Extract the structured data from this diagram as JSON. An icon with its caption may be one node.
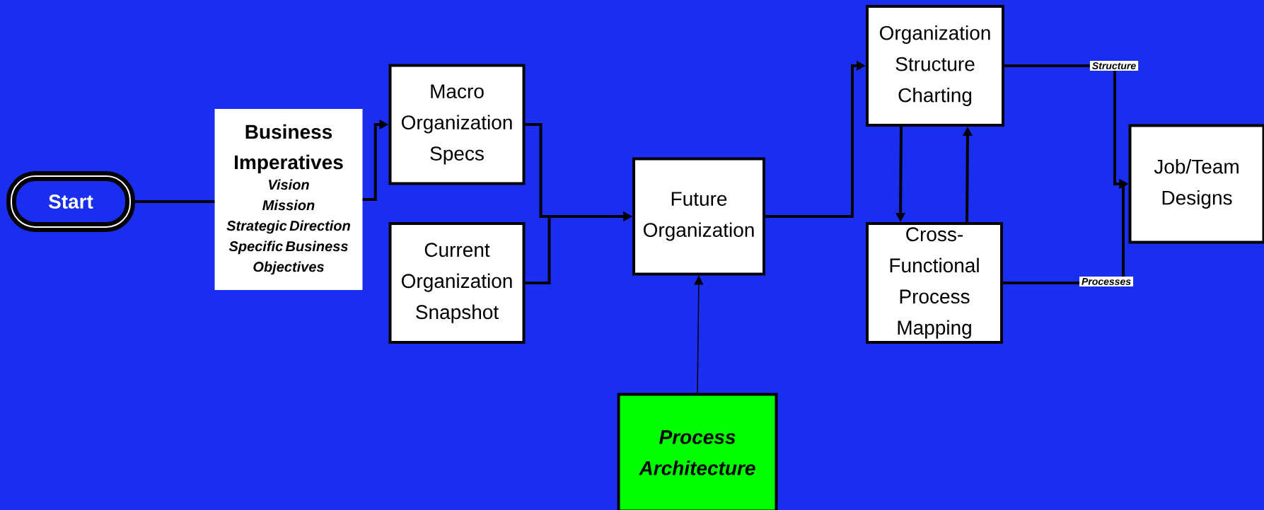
{
  "diagram": {
    "nodes": [
      {
        "text": [
          "Start"
        ]
      },
      {
        "text": [
          "Business Imperatives",
          "Vision",
          "Mission",
          "Strategic Direction",
          "Specific Business Objectives"
        ]
      },
      {
        "text": [
          "Macro Organization Specs"
        ]
      },
      {
        "text": [
          "Current Organization Snapshot"
        ]
      },
      {
        "text": [
          "Future Organization"
        ]
      },
      {
        "text": [
          "Process Architecture"
        ]
      },
      {
        "text": [
          "Organization Structure Charting"
        ]
      },
      {
        "text": [
          "Cross-Functional Process Mapping"
        ]
      },
      {
        "text": [
          "Job/Team Designs"
        ]
      }
    ],
    "edges": [
      {
        "from": 0,
        "to": 1,
        "arrow": "none"
      },
      {
        "from": 1,
        "to": 2,
        "arrow": "to"
      },
      {
        "from": 2,
        "to": 4,
        "arrow": "to"
      },
      {
        "from": 3,
        "to": 4,
        "arrow": "to"
      },
      {
        "from": 5,
        "to": 4,
        "arrow": "to"
      },
      {
        "from": 4,
        "to": 6,
        "arrow": "to"
      },
      {
        "from": 6,
        "to": 7,
        "arrow": "to"
      },
      {
        "from": 7,
        "to": 6,
        "arrow": "to"
      },
      {
        "from": 6,
        "to": 8,
        "arrow": "to",
        "label": "Structure"
      },
      {
        "from": 7,
        "to": 8,
        "arrow": "to",
        "label": "Processes"
      }
    ]
  }
}
